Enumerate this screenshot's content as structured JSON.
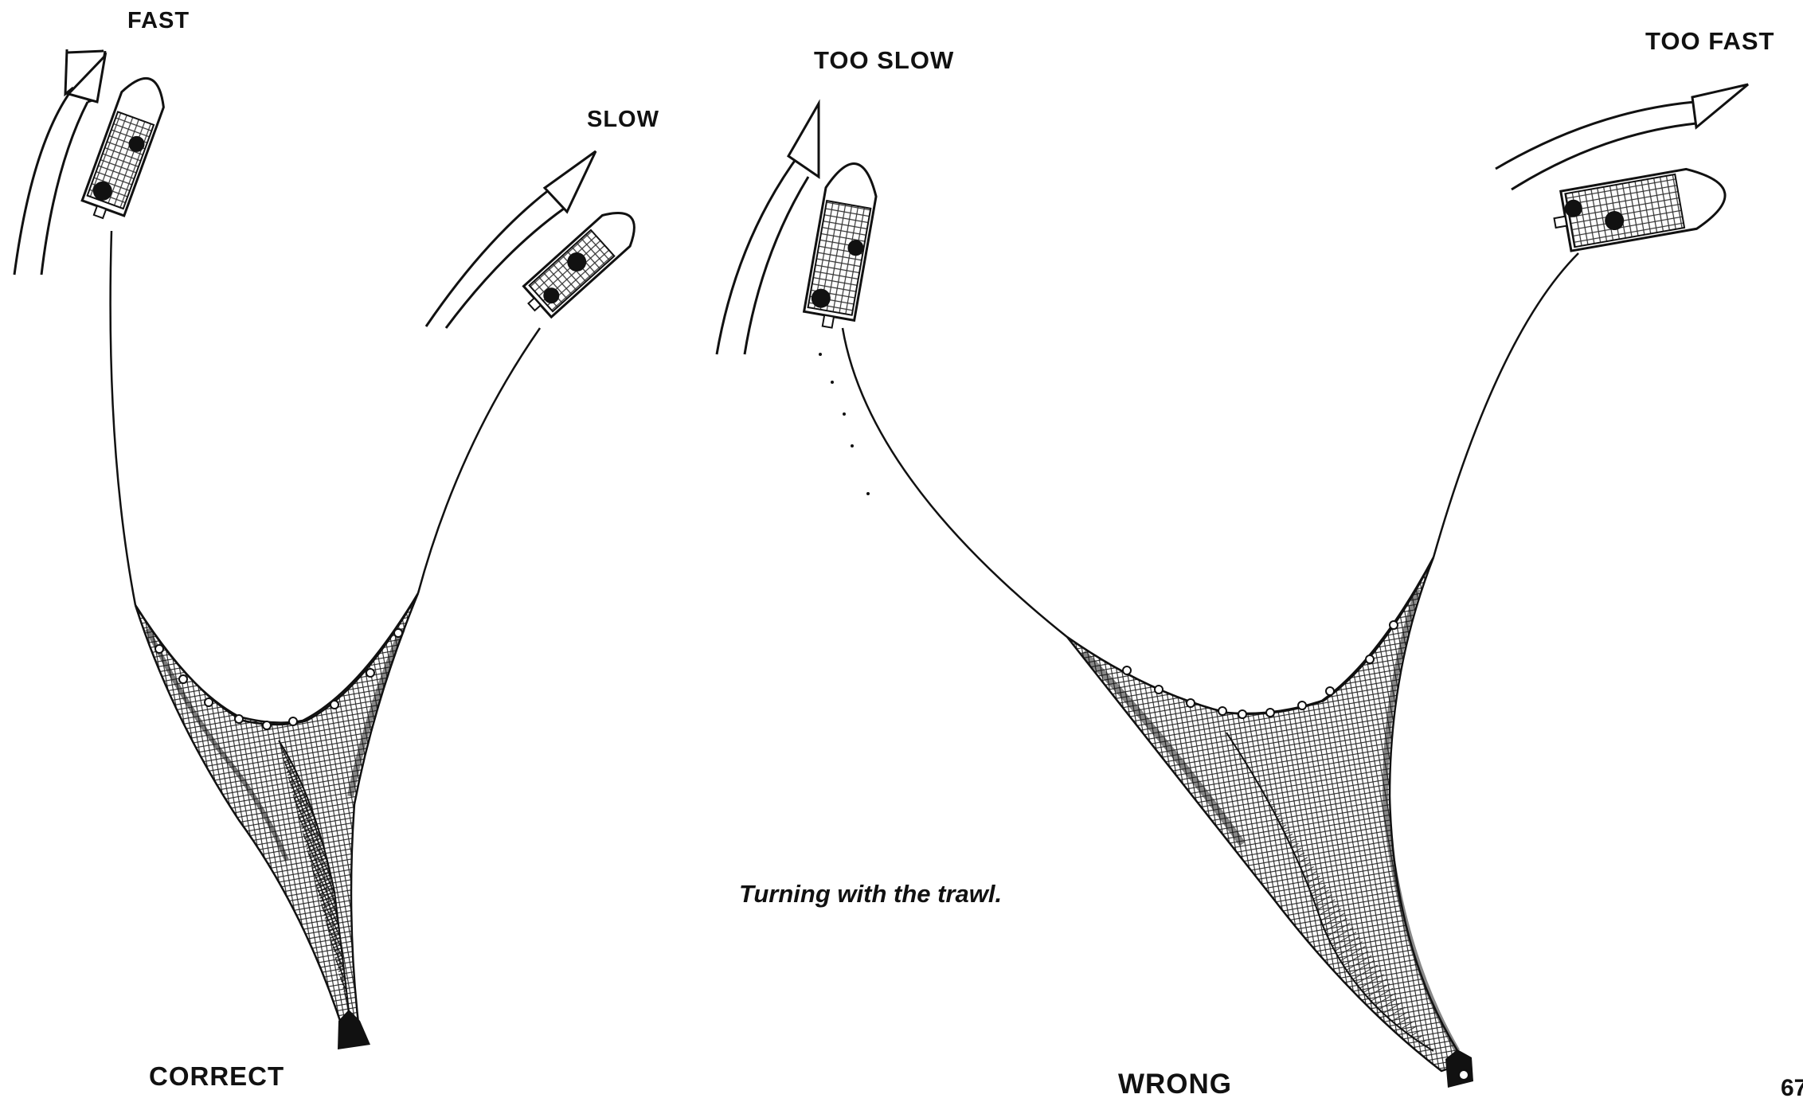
{
  "labels": {
    "fast": "FAST",
    "slow": "SLOW",
    "too_slow": "TOO  SLOW",
    "too_fast": "TOO  FAST",
    "correct": "CORRECT",
    "wrong": "WRONG"
  },
  "caption": "Turning with the trawl.",
  "page_number": "67",
  "colors": {
    "ink": "#111111",
    "paper": "#ffffff"
  }
}
